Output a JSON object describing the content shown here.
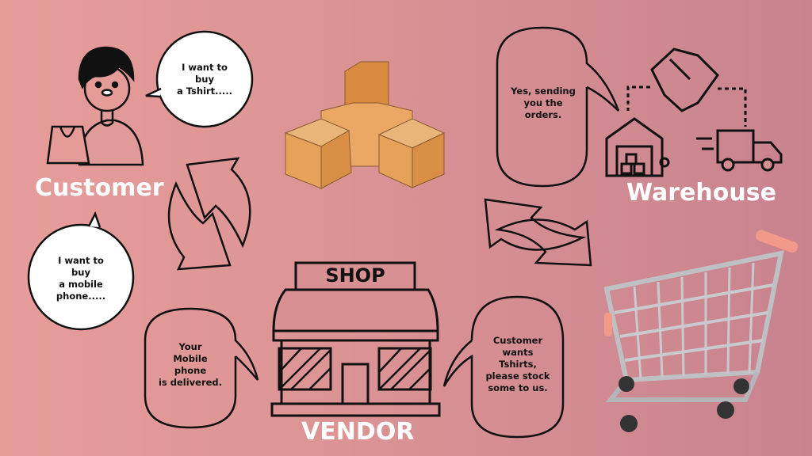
{
  "customer": {
    "label": "Customer",
    "bubble_tshirt": [
      "I want to",
      "buy",
      "a Tshirt....."
    ],
    "bubble_phone": [
      "I want to",
      "buy",
      "a mobile",
      "phone....."
    ]
  },
  "warehouse": {
    "label": "Warehouse",
    "bubble": [
      "Yes, sending",
      "you the",
      "orders."
    ]
  },
  "vendor": {
    "label": "VENDOR",
    "shop_sign": "SHOP",
    "bubble_delivered": [
      "Your",
      "Mobile",
      "phone",
      "is delivered."
    ],
    "bubble_stock": [
      "Customer",
      "wants",
      "Tshirts,",
      "please stock",
      "some to us."
    ]
  },
  "colors": {
    "bg_left": "#e69d9a",
    "bg_right": "#c8838f",
    "box": "#e0a060",
    "cart_handle": "#f29a8a"
  }
}
